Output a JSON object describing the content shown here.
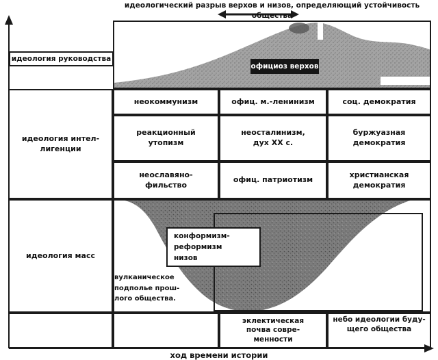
{
  "caption_top": "идеологический разрыв верхов и низов, определяющий устойчивость общества",
  "leadership_box": "идеология руководства",
  "officialdom_label": "официоз верхов",
  "left_column": {
    "intelligentsia": "идеология  интел-\nлигенции",
    "masses": "идеология масс"
  },
  "grid": {
    "rows": [
      [
        "неокоммунизм",
        "офиц. м.-ленинизм",
        "соц. демократия"
      ],
      [
        "реакционный\nутопизм",
        "неосталинизм,\nдух  XX с.",
        "буржуазная\nдемократия"
      ],
      [
        "неославяно-\nфильство",
        "офиц. патриотизм",
        "христианская\nдемократия"
      ]
    ]
  },
  "mass_band": {
    "conformism_box": "конформизм-\nреформизм\nнизов",
    "volcanic_note": "вулканическое\nподполье прош-\nлого общества."
  },
  "bottom_row": {
    "eclectic": "эклектическая\nпочва совре-\nменности",
    "future_sky": "небо идеологии буду-\nщего общества"
  },
  "x_axis_label": "ход времени истории",
  "colors": {
    "line": "#1a1a1a",
    "mountain": "#a3a3a3",
    "valley": "#7c7c7c"
  }
}
